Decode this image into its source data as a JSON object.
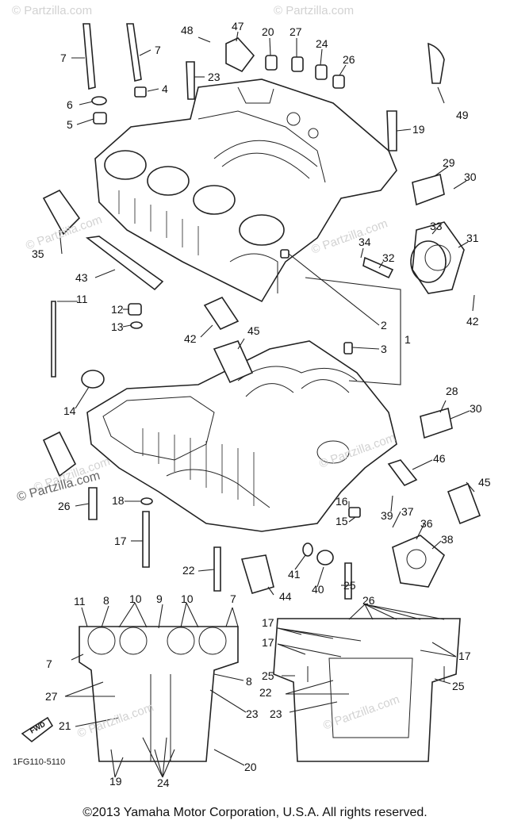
{
  "watermarks": [
    "© Partzilla.com",
    "© Partzilla.com",
    "© Partzilla.com",
    "© Partzilla.com",
    "© Partzilla.com",
    "© Partzilla.com",
    "© Partzilla.com",
    "© Partzilla.com"
  ],
  "side_brand": "© Partzilla.com",
  "bottom_code": "1FG110-5110",
  "fwd_label": "FWD",
  "copyright": "©2013  Yamaha Motor Corporation, U.S.A. All rights reserved.",
  "callouts": [
    "48",
    "47",
    "20",
    "27",
    "24",
    "26",
    "7",
    "7",
    "23",
    "4",
    "6",
    "5",
    "19",
    "49",
    "29",
    "30",
    "33",
    "31",
    "42",
    "35",
    "34",
    "32",
    "43",
    "11",
    "12",
    "13",
    "42",
    "45",
    "2",
    "3",
    "1",
    "14",
    "28",
    "30",
    "46",
    "45",
    "26",
    "18",
    "16",
    "15",
    "39",
    "37",
    "36",
    "38",
    "17",
    "22",
    "41",
    "40",
    "44",
    "25",
    "11",
    "8",
    "10",
    "9",
    "10",
    "7",
    "7",
    "26",
    "17",
    "17",
    "17",
    "8",
    "25",
    "25",
    "27",
    "22",
    "23",
    "23",
    "21",
    "20",
    "19",
    "24"
  ]
}
